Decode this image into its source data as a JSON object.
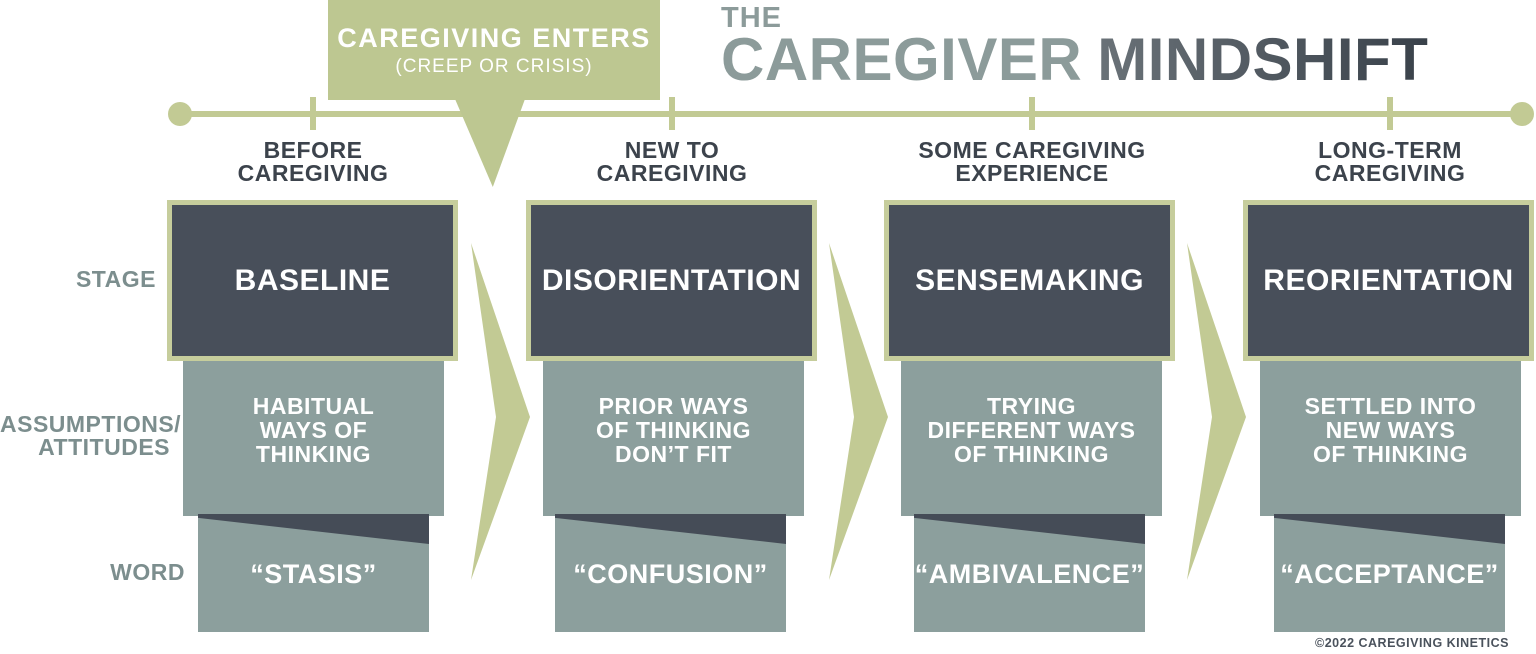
{
  "title": {
    "the": "THE",
    "word1": "CAREGIVER",
    "word2": "MINDSHIFT"
  },
  "badge": {
    "title": "CAREGIVING ENTERS",
    "subtitle": "(CREEP OR CRISIS)"
  },
  "row_labels": {
    "stage": "STAGE",
    "assumptions_line1": "ASSUMPTIONS/",
    "assumptions_line2": "ATTITUDES",
    "word": "WORD"
  },
  "columns": [
    {
      "phase_line1": "BEFORE",
      "phase_line2": "CAREGIVING",
      "stage": "BASELINE",
      "assumptions": [
        "HABITUAL",
        "WAYS OF",
        "THINKING"
      ],
      "word": "“STASIS”"
    },
    {
      "phase_line1": "NEW TO",
      "phase_line2": "CAREGIVING",
      "stage": "DISORIENTATION",
      "assumptions": [
        "PRIOR WAYS",
        "OF THINKING",
        "DON’T FIT"
      ],
      "word": "“CONFUSION”"
    },
    {
      "phase_line1": "SOME CAREGIVING",
      "phase_line2": "EXPERIENCE",
      "stage": "SENSEMAKING",
      "assumptions": [
        "TRYING",
        "DIFFERENT WAYS",
        "OF THINKING"
      ],
      "word": "“AMBIVALENCE”"
    },
    {
      "phase_line1": "LONG-TERM",
      "phase_line2": "CAREGIVING",
      "stage": "REORIENTATION",
      "assumptions": [
        "SETTLED INTO",
        "NEW WAYS",
        "OF THINKING"
      ],
      "word": "“ACCEPTANCE”"
    }
  ],
  "footer": {
    "copyright": "©2022 CAREGIVING KINETICS"
  },
  "colors": {
    "olive": "#C2CA94",
    "olive_badge": "#BDC791",
    "olive_border": "#C6CD9C",
    "dark_slate": "#484F5A",
    "wedge_slate": "#454C57",
    "sage_box": "#8C9F9D",
    "title_light": "#8C9B9A",
    "title_dark_start": "#6A7278",
    "title_dark_end": "#39414A",
    "phase_label": "#3C434C",
    "row_label": "#7C8E8E",
    "background": "#FFFFFF"
  }
}
